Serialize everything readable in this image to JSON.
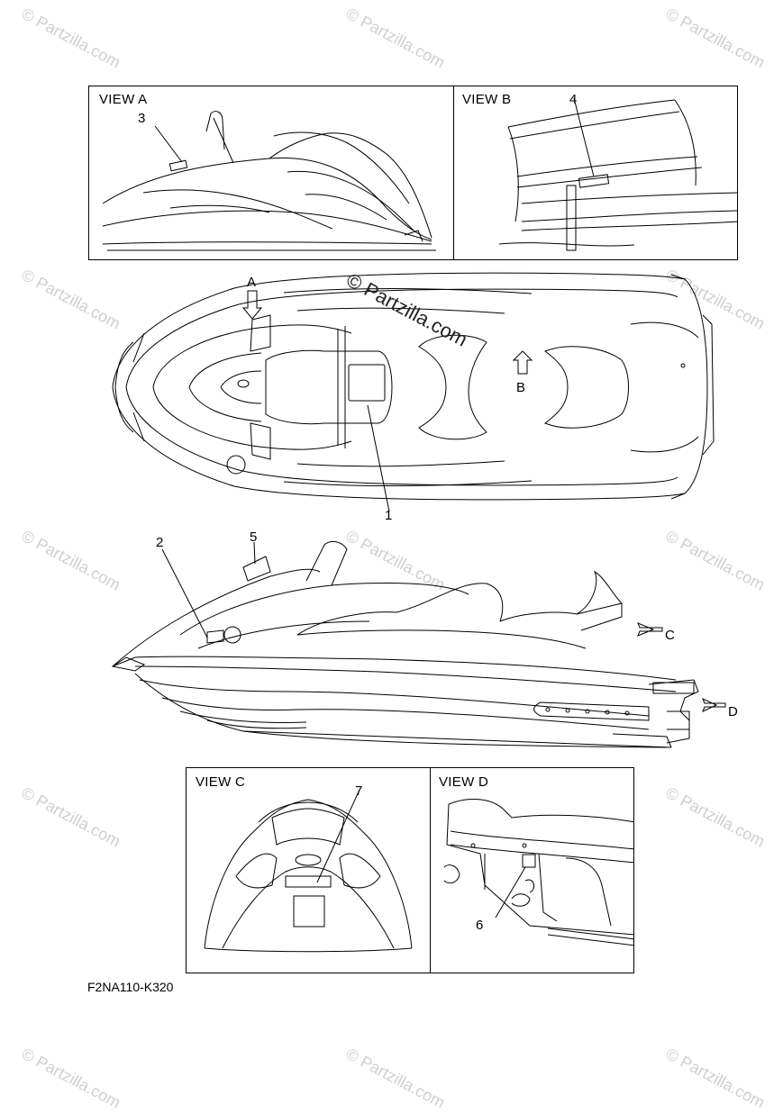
{
  "views": {
    "a": {
      "title": "VIEW A",
      "callout": "3"
    },
    "b": {
      "title": "VIEW B",
      "callout": "4"
    },
    "c": {
      "title": "VIEW C",
      "callout": "7"
    },
    "d": {
      "title": "VIEW D",
      "callout": "6"
    }
  },
  "top_view": {
    "callout": "1",
    "arrow_a": "A",
    "arrow_b": "B"
  },
  "side_view": {
    "callout_left": "2",
    "callout_mid": "5",
    "arrow_c": "C",
    "arrow_d": "D"
  },
  "figure_code": "F2NA110-K320",
  "watermark": {
    "text": "© Partzilla.com"
  },
  "colors": {
    "line": "#000000",
    "watermark": "#cfcfcf"
  }
}
